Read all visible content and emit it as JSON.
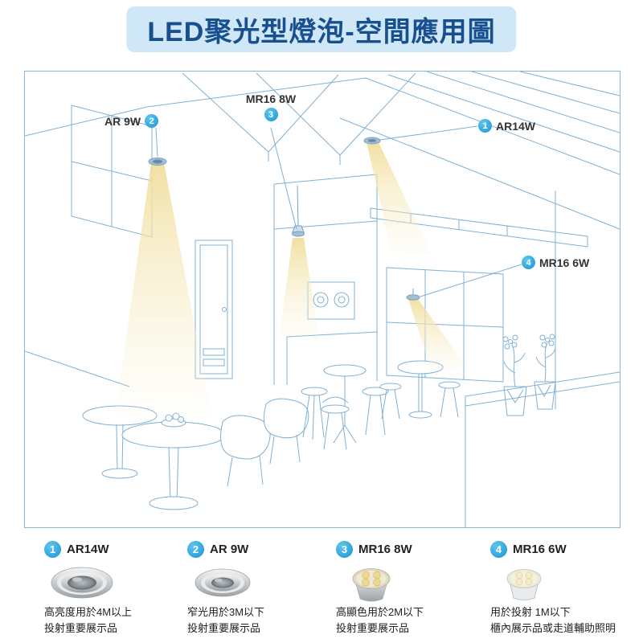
{
  "header": {
    "title": "LED聚光型燈泡-空間應用圖"
  },
  "scene": {
    "labels": [
      {
        "num": "1",
        "text": "AR14W"
      },
      {
        "num": "2",
        "text": "AR 9W"
      },
      {
        "num": "3",
        "text": "MR16 8W"
      },
      {
        "num": "4",
        "text": "MR16 6W"
      }
    ]
  },
  "products": [
    {
      "num": "1",
      "name": "AR14W",
      "desc_line1": "高亮度用於4M以上",
      "desc_line2": "投射重要展示品"
    },
    {
      "num": "2",
      "name": "AR 9W",
      "desc_line1": "窄光用於3M以下",
      "desc_line2": "投射重要展示品"
    },
    {
      "num": "3",
      "name": "MR16 8W",
      "desc_line1": "高顯色用於2M以下",
      "desc_line2": "投射重要展示品"
    },
    {
      "num": "4",
      "name": "MR16 6W",
      "desc_line1": "用於投射 1M以下",
      "desc_line2": "櫃內展示品或走道輔助照明"
    }
  ],
  "colors": {
    "accent_blue": "#2fa8e0",
    "line_blue": "#7fb0d4",
    "header_bg": "#cfe7f6",
    "header_text": "#174f8f",
    "beam_yellow": "#f1df9e"
  }
}
